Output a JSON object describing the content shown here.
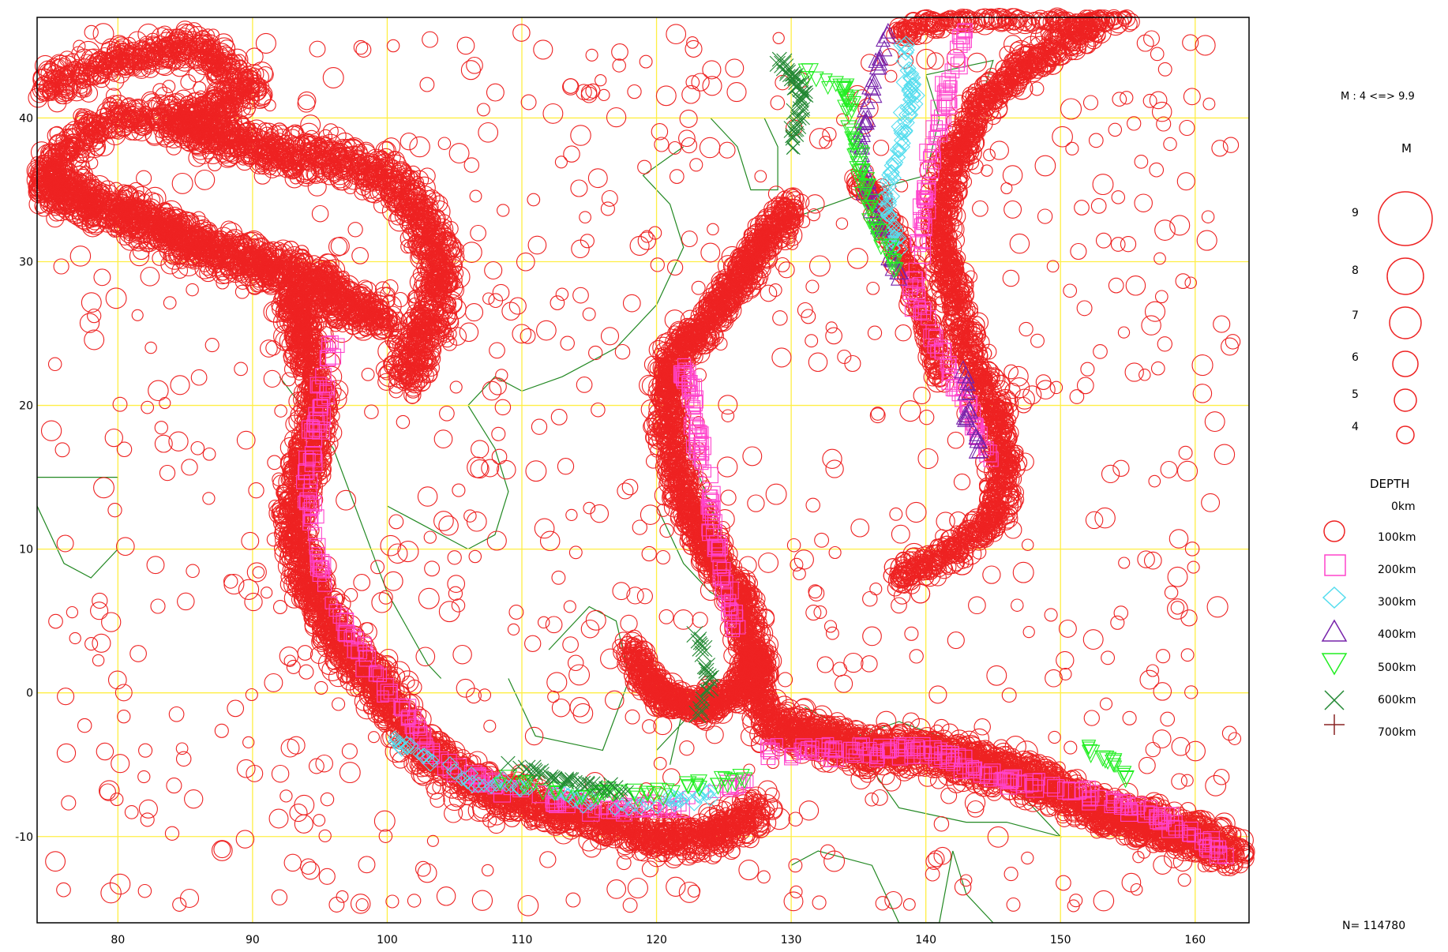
{
  "map": {
    "x_ticks": [
      "80",
      "90",
      "100",
      "110",
      "120",
      "130",
      "140",
      "150",
      "160"
    ],
    "y_ticks": [
      "40",
      "30",
      "20",
      "10",
      "0",
      "-10"
    ],
    "lon_range": [
      74,
      164
    ],
    "lat_range": [
      -16,
      47
    ]
  },
  "legend": {
    "magnitude_range": "M : 4 <=> 9.9",
    "magnitude_title": "M",
    "magnitudes": [
      "9",
      "8",
      "7",
      "6",
      "5",
      "4"
    ],
    "depth_title": "DEPTH",
    "depths": [
      {
        "label": "0km",
        "symbol": ""
      },
      {
        "label": "100km",
        "symbol": "circle",
        "color": "#ee2222"
      },
      {
        "label": "200km",
        "symbol": "square",
        "color": "#ff44cc"
      },
      {
        "label": "300km",
        "symbol": "diamond",
        "color": "#55ddee"
      },
      {
        "label": "400km",
        "symbol": "triangle-up",
        "color": "#7722aa"
      },
      {
        "label": "500km",
        "symbol": "triangle-down",
        "color": "#22ee22"
      },
      {
        "label": "600km",
        "symbol": "x-cross",
        "color": "#228833"
      },
      {
        "label": "700km",
        "symbol": "plus",
        "color": "#882222"
      }
    ],
    "count": "N= 114780"
  },
  "colors": {
    "grid": "#ffee44",
    "coast": "#228822",
    "border": "#eecc44",
    "shallow": "#ee2222"
  }
}
